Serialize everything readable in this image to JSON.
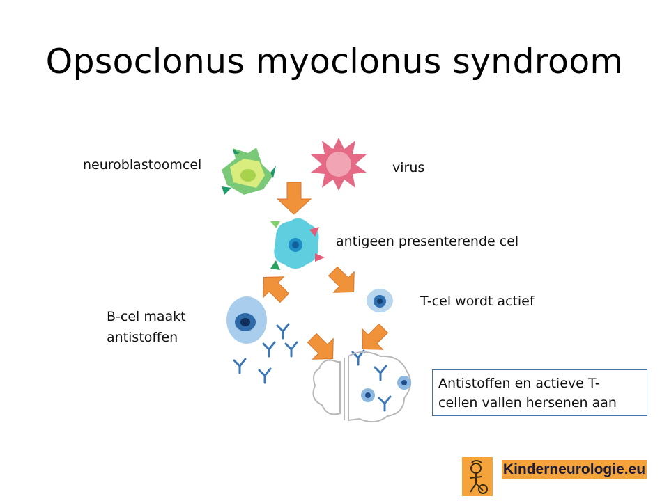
{
  "title": "Opsoclonus myoclonus syndroom",
  "labels": {
    "neuroblastoma": "neuroblastoomcel",
    "virus": "virus",
    "apc": "antigeen presenterende cel",
    "tcell": "T-cel wordt actief",
    "bcell_line1": "B-cel maakt",
    "bcell_line2": "antistoffen"
  },
  "callout": {
    "line1": "Antistoffen en actieve T-",
    "line2": "cellen vallen hersenen aan"
  },
  "brand": {
    "name": "Kinderneurologie.eu"
  },
  "colors": {
    "arrow": "#f0923a",
    "cell_blue": "#3f7fc0",
    "neuroblast_green": "#9ecb4a",
    "virus_pink": "#e35a78",
    "apc_teal": "#36b8cf",
    "brand_orange": "#f4a43a"
  }
}
